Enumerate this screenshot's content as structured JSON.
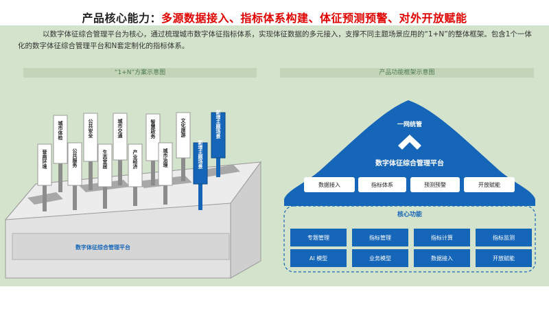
{
  "title": {
    "prefix": "产品核心能力：",
    "highlight": "多源数据接入、指标体系构建、体征预测预警、对外开放赋能"
  },
  "description": "以数字体征综合管理平台为核心，通过梳理城市数字体征指标体系，实现体征数据的多元接入，支撑不同主题场景应用的“1+N”的整体框架。包含1个一体化的数字体征综合管理平台和N套定制化的指标体系。",
  "left_panel": {
    "label": "“1+N”方案示意图",
    "platform_label": "数字体征综合管理平台",
    "back_row": [
      "城市体检",
      "公共安全",
      "城市交通",
      "智慧政务",
      "文化旅游",
      "新增主题场景"
    ],
    "front_row": [
      "营商环境",
      "公共服务",
      "生态宜居",
      "产业经济",
      "城市治理",
      "新增主题场景"
    ]
  },
  "right_panel": {
    "label": "产品功能框架示意图",
    "top_label": "一网统管",
    "platform_label": "数字体征综合管理平台",
    "platform_items": [
      "数据接入",
      "指标体系",
      "预测预警",
      "开放赋能"
    ],
    "core_label": "核心功能",
    "core_items_row1": [
      "专题管理",
      "指标管理",
      "指标计算",
      "指标监测"
    ],
    "core_items_row2": [
      "AI 模型",
      "业务模型",
      "数据接入",
      "开放赋能"
    ]
  },
  "colors": {
    "accent_red": "#e00000",
    "brand_blue": "#1565b8",
    "background_green": "#d4e3cb"
  }
}
